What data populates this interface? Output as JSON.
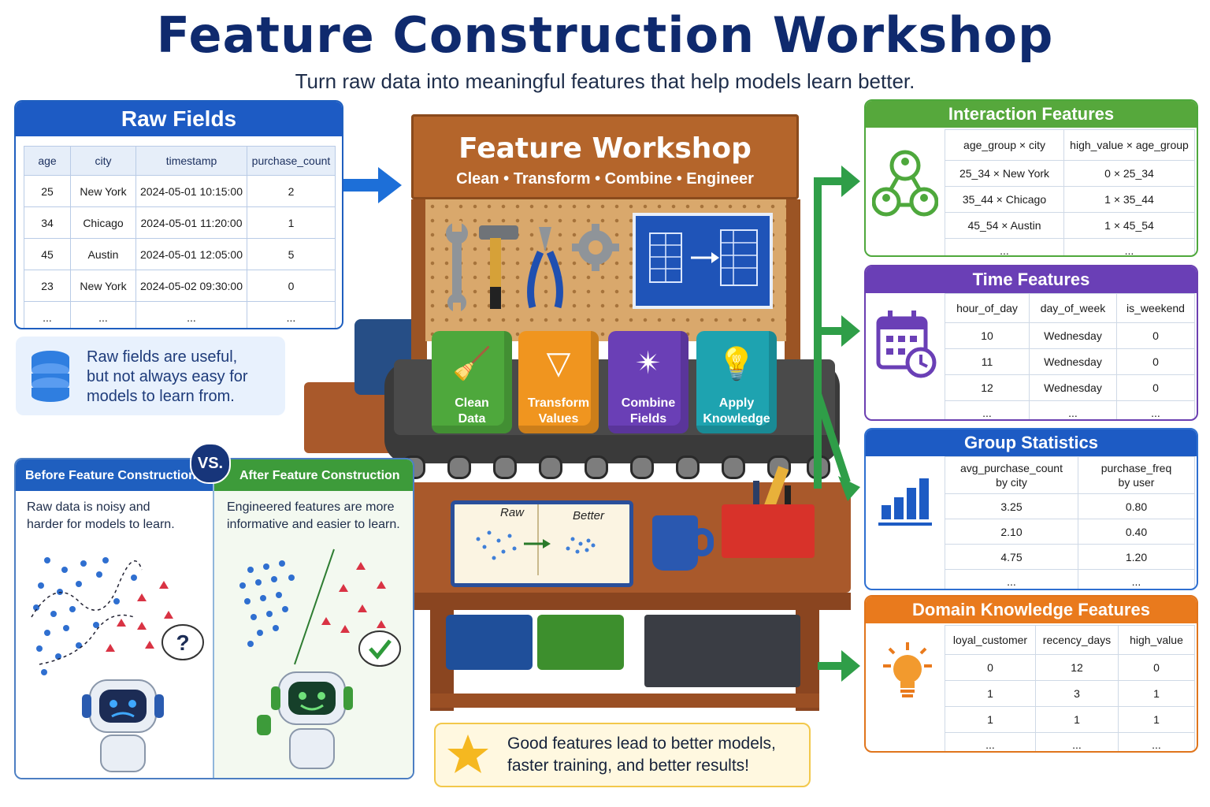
{
  "header": {
    "title": "Feature Construction Workshop",
    "subtitle": "Turn raw data into meaningful features that help models learn better."
  },
  "raw_fields": {
    "title": "Raw Fields",
    "columns": [
      "age",
      "city",
      "timestamp",
      "purchase_count"
    ],
    "rows": [
      [
        "25",
        "New York",
        "2024-05-01 10:15:00",
        "2"
      ],
      [
        "34",
        "Chicago",
        "2024-05-01 11:20:00",
        "1"
      ],
      [
        "45",
        "Austin",
        "2024-05-01 12:05:00",
        "5"
      ],
      [
        "23",
        "New York",
        "2024-05-02 09:30:00",
        "0"
      ],
      [
        "...",
        "...",
        "...",
        "..."
      ]
    ],
    "note_line1": "Raw fields are useful,",
    "note_line2": "but not always easy for",
    "note_line3": "models to learn from."
  },
  "workshop": {
    "title": "Feature Workshop",
    "subtitle": "Clean • Transform • Combine • Engineer",
    "steps": [
      {
        "line1": "Clean",
        "line2": "Data",
        "color": "#4ea83c"
      },
      {
        "line1": "Transform",
        "line2": "Values",
        "color": "#f0951f"
      },
      {
        "line1": "Combine",
        "line2": "Fields",
        "color": "#6a3fb6"
      },
      {
        "line1": "Apply",
        "line2": "Knowledge",
        "color": "#1ea3b0"
      }
    ],
    "book_left": "Raw",
    "book_right": "Better"
  },
  "comparison": {
    "before_title": "Before Feature Construction",
    "after_title": "After Feature Construction",
    "vs": "VS.",
    "before_line1": "Raw data is noisy and",
    "before_line2": "harder for models to learn.",
    "after_line1": "Engineered features are more",
    "after_line2": "informative and easier to learn.",
    "before_icon": "question-icon",
    "after_icon": "check-icon"
  },
  "callout": {
    "line1": "Good features lead to better models,",
    "line2": "faster training, and better results!"
  },
  "interaction": {
    "title": "Interaction Features",
    "columns": [
      "age_group × city",
      "high_value × age_group"
    ],
    "rows": [
      [
        "25_34 × New York",
        "0 × 25_34"
      ],
      [
        "35_44 × Chicago",
        "1 × 35_44"
      ],
      [
        "45_54 × Austin",
        "1 × 45_54"
      ],
      [
        "...",
        "..."
      ]
    ]
  },
  "time": {
    "title": "Time Features",
    "columns": [
      "hour_of_day",
      "day_of_week",
      "is_weekend"
    ],
    "rows": [
      [
        "10",
        "Wednesday",
        "0"
      ],
      [
        "11",
        "Wednesday",
        "0"
      ],
      [
        "12",
        "Wednesday",
        "0"
      ],
      [
        "...",
        "...",
        "..."
      ]
    ]
  },
  "group": {
    "title": "Group Statistics",
    "col1_line1": "avg_purchase_count",
    "col1_line2": "by city",
    "col2_line1": "purchase_freq",
    "col2_line2": "by user",
    "rows": [
      [
        "3.25",
        "0.80"
      ],
      [
        "2.10",
        "0.40"
      ],
      [
        "4.75",
        "1.20"
      ],
      [
        "...",
        "..."
      ]
    ]
  },
  "domain": {
    "title": "Domain Knowledge Features",
    "columns": [
      "loyal_customer",
      "recency_days",
      "high_value"
    ],
    "rows": [
      [
        "0",
        "12",
        "0"
      ],
      [
        "1",
        "3",
        "1"
      ],
      [
        "1",
        "1",
        "1"
      ],
      [
        "...",
        "...",
        "..."
      ]
    ]
  },
  "colors": {
    "title_navy": "#0f2a6e",
    "blue": "#1d5bc4",
    "green": "#4ea83c",
    "purple": "#6a3fb6",
    "orange": "#e97a1d",
    "teal": "#1ea3b0"
  }
}
